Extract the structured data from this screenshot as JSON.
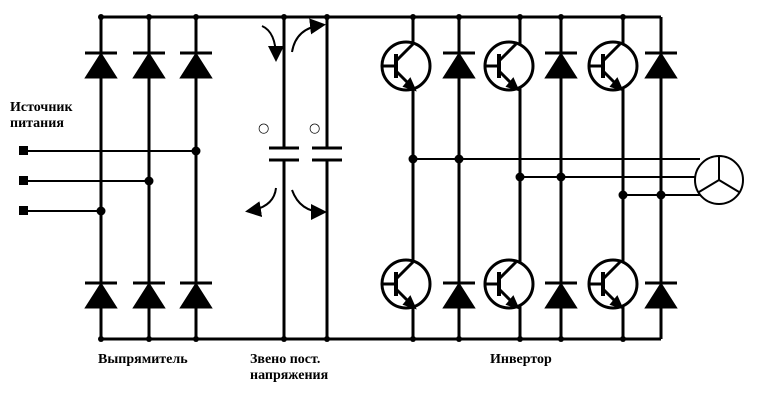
{
  "labels": {
    "source_line1": "Источник",
    "source_line2": "питания",
    "rectifier": "Выпрямитель",
    "dc_link_line1": "Звено пост.",
    "dc_link_line2": "напряжения",
    "inverter": "Инвертор"
  },
  "capacitor_marks": [
    "○",
    "○"
  ],
  "colors": {
    "line": "#000000",
    "background": "#ffffff"
  }
}
